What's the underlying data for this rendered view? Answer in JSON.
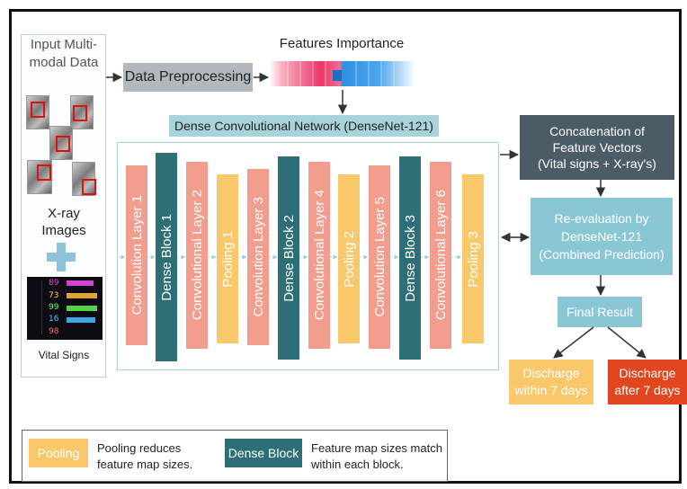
{
  "input": {
    "title_line1": "Input Multi-",
    "title_line2": "modal Data",
    "xray_line1": "X-ray",
    "xray_line2": "Images",
    "vital_label": "Vital Signs",
    "vital_values": [
      "89",
      "73",
      "99",
      "16",
      "98"
    ]
  },
  "preprocessing": {
    "label": "Data Preprocessing"
  },
  "features": {
    "title": "Features Importance"
  },
  "network": {
    "title": "Dense Convolutional Network (DenseNet-121)",
    "columns": [
      {
        "label": "Convolution Layer 1",
        "kind": "conv"
      },
      {
        "label": "Dense Block 1",
        "kind": "dense"
      },
      {
        "label": "Convolutional Layer 2",
        "kind": "conv"
      },
      {
        "label": "Pooling 1",
        "kind": "pool"
      },
      {
        "label": "Convolution Layer 3",
        "kind": "conv"
      },
      {
        "label": "Dense Block 2",
        "kind": "dense"
      },
      {
        "label": "Convolutional Layer 4",
        "kind": "conv"
      },
      {
        "label": "Pooling 2",
        "kind": "pool"
      },
      {
        "label": "Convolution Layer 5",
        "kind": "conv"
      },
      {
        "label": "Dense Block 3",
        "kind": "dense"
      },
      {
        "label": "Convolutional Layer 6",
        "kind": "conv"
      },
      {
        "label": "Pooling 3",
        "kind": "pool"
      }
    ]
  },
  "concat": {
    "line1": "Concatenation of",
    "line2": "Feature Vectors",
    "line3": "(Vital signs + X-ray's)"
  },
  "reeval": {
    "line1": "Re-evaluation by",
    "line2": "DenseNet-121",
    "line3": "(Combined Prediction)"
  },
  "final": {
    "label": "Final Result"
  },
  "outcomes": {
    "a_line1": "Discharge",
    "a_line2": "within 7 days",
    "b_line1": "Discharge",
    "b_line2": "after 7 days"
  },
  "legend": {
    "pool_label": "Pooling",
    "pool_desc_line1": "Pooling reduces",
    "pool_desc_line2": "feature map sizes.",
    "dense_label": "Dense Block",
    "dense_desc_line1": "Feature map sizes match",
    "dense_desc_line2": "within each block."
  },
  "colors": {
    "conv": "#f29d8e",
    "pool": "#f8c86a",
    "dense": "#2e6e76",
    "teal_light": "#8ac7d5",
    "concat": "#4b5c66",
    "after7": "#e2461f"
  }
}
